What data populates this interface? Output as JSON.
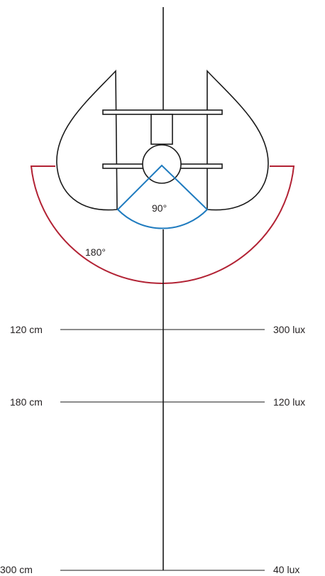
{
  "angles": {
    "wide": "180°",
    "narrow": "90°"
  },
  "colors": {
    "wide_beam": "#b22234",
    "narrow_beam": "#1f7bbf",
    "line": "#1a1a1a",
    "text": "#231f20"
  },
  "levels": [
    {
      "distance": "120 cm",
      "illuminance": "300 lux"
    },
    {
      "distance": "180 cm",
      "illuminance": "120 lux"
    },
    {
      "distance": "300 cm",
      "illuminance": "40 lux"
    }
  ]
}
